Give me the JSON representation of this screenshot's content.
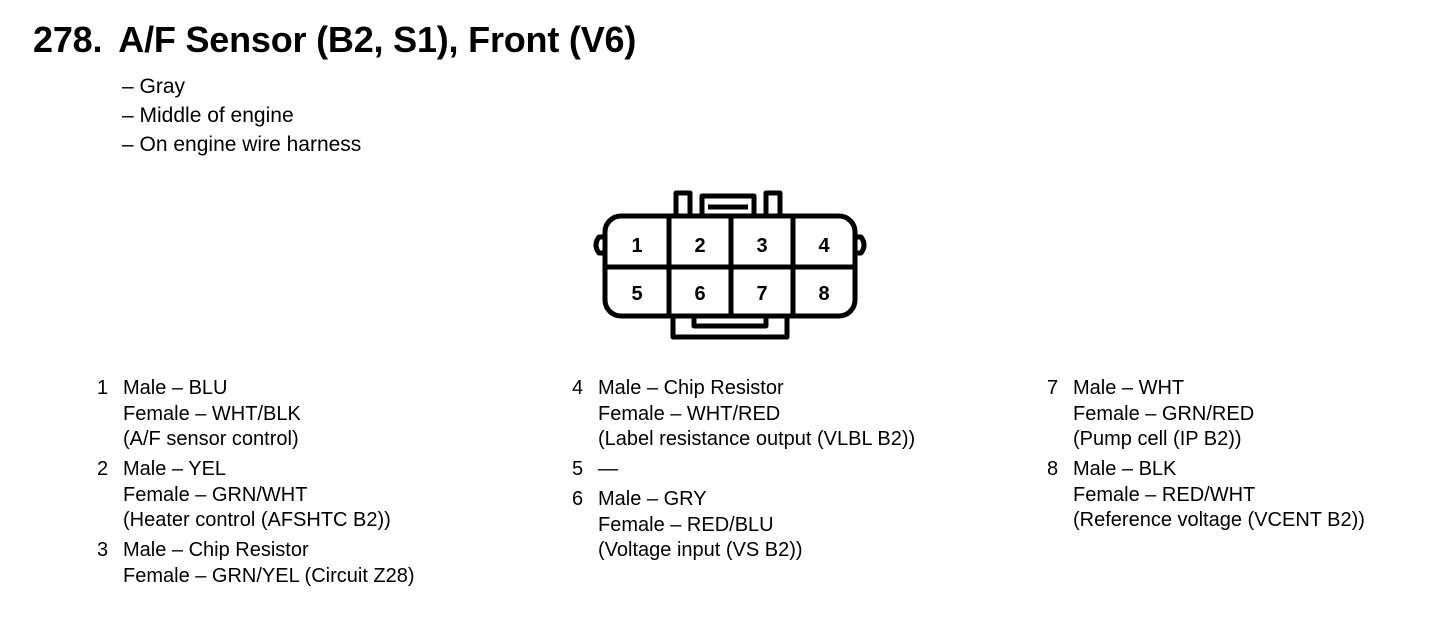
{
  "title": {
    "number": "278.",
    "text": "A/F Sensor (B2, S1), Front (V6)"
  },
  "details": [
    "– Gray",
    "– Middle of engine",
    "– On engine wire harness"
  ],
  "connector": {
    "pins_top": [
      "1",
      "2",
      "3",
      "4"
    ],
    "pins_bottom": [
      "5",
      "6",
      "7",
      "8"
    ]
  },
  "pins": [
    [
      {
        "num": "1",
        "lines": [
          "Male – BLU",
          "Female – WHT/BLK",
          "(A/F sensor control)"
        ]
      },
      {
        "num": "2",
        "lines": [
          "Male – YEL",
          "Female – GRN/WHT",
          "(Heater control (AFSHTC B2))"
        ]
      },
      {
        "num": "3",
        "lines": [
          "Male – Chip Resistor",
          "Female – GRN/YEL (Circuit Z28)"
        ]
      }
    ],
    [
      {
        "num": "4",
        "lines": [
          "Male – Chip Resistor",
          "Female – WHT/RED",
          "(Label resistance output (VLBL B2))"
        ]
      },
      {
        "num": "5",
        "lines": [
          "—"
        ]
      },
      {
        "num": "6",
        "lines": [
          "Male – GRY",
          "Female – RED/BLU",
          "(Voltage input (VS B2))"
        ]
      }
    ],
    [
      {
        "num": "7",
        "lines": [
          "Male – WHT",
          "Female – GRN/RED",
          "(Pump cell (IP B2))"
        ]
      },
      {
        "num": "8",
        "lines": [
          "Male – BLK",
          "Female – RED/WHT",
          "(Reference voltage (VCENT B2))"
        ]
      }
    ]
  ]
}
